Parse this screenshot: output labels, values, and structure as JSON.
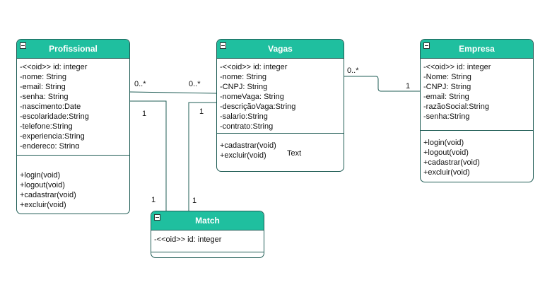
{
  "classes": {
    "profissional": {
      "name": "Profissional",
      "attributes": [
        "-<<oid>> id: integer",
        "-nome: String",
        "-email: String",
        "-senha: String",
        "-nascimento:Date",
        "-escolaridade:String",
        "-telefone:String",
        "-experiencia:String",
        "-endereco: String"
      ],
      "methods": [
        "+login(void)",
        "+logout(void)",
        "+cadastrar(void)",
        "+excluir(void)"
      ]
    },
    "vagas": {
      "name": "Vagas",
      "attributes": [
        "-<<oid>> id: integer",
        "-nome: String",
        "-CNPJ: String",
        "-nomeVaga: String",
        "-descriçãoVaga:String",
        "-salario:String",
        "-contrato:String"
      ],
      "methods": [
        "+cadastrar(void)",
        "+excluir(void)"
      ]
    },
    "empresa": {
      "name": "Empresa",
      "attributes": [
        "-<<oid>> id: integer",
        "-Nome: String",
        "-CNPJ: String",
        "-email: String",
        "-razãoSocial:String",
        "-senha:String"
      ],
      "methods": [
        "+login(void)",
        "+logout(void)",
        "+cadastrar(void)",
        "+excluir(void)"
      ]
    },
    "match": {
      "name": "Match",
      "attributes": [
        "-<<oid>> id: integer"
      ],
      "methods": []
    }
  },
  "multiplicities": {
    "profissional_vagas_left": "0..*",
    "profissional_vagas_right": "0..*",
    "vagas_empresa_left": "0..*",
    "vagas_empresa_right": "1",
    "profissional_match_top": "1",
    "profissional_match_bottom": "1",
    "vagas_match_top": "1",
    "vagas_match_bottom": "1"
  },
  "free_text": "Text",
  "colors": {
    "header": "#1fbf9f",
    "border": "#1f5c55"
  }
}
